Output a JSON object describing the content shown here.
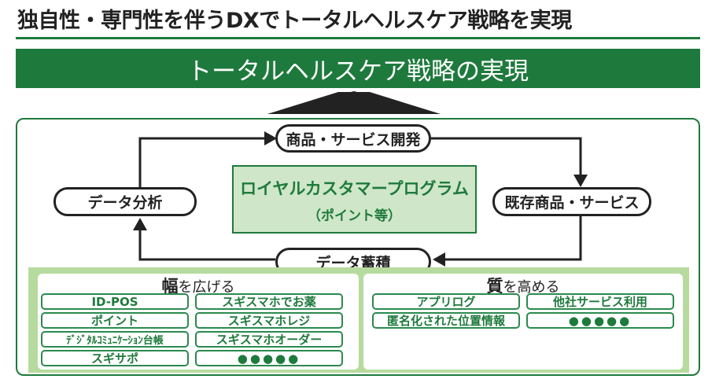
{
  "title": "独自性・専門性を伴うDXでトータルヘルスケア戦略を実現",
  "banner": "トータルヘルスケア戦略の実現",
  "cycle": {
    "top": "商品・サービス開発",
    "right": "既存商品・サービス",
    "bottom": "データ蓄積",
    "left": "データ分析",
    "center_line1": "ロイヤルカスタマープログラム",
    "center_line2": "（ポイント等）"
  },
  "breadth": {
    "title_bold": "幅",
    "title_rest": "を広げる",
    "items": [
      "ID-POS",
      "スギスマホでお薬",
      "ポイント",
      "スギスマホレジ",
      "ﾃﾞｼﾞﾀﾙｺﾐｭﾆｹｰｼｮﾝ台帳",
      "スギスマホオーダー",
      "スギサポ",
      "●●●●●"
    ]
  },
  "quality": {
    "title_bold": "質",
    "title_rest": "を高める",
    "items": [
      "アプリログ",
      "他社サービス利用",
      "匿名化された位置情報",
      "●●●●●"
    ]
  },
  "colors": {
    "green": "#1e7a3c",
    "light_green": "#b7db9e"
  }
}
